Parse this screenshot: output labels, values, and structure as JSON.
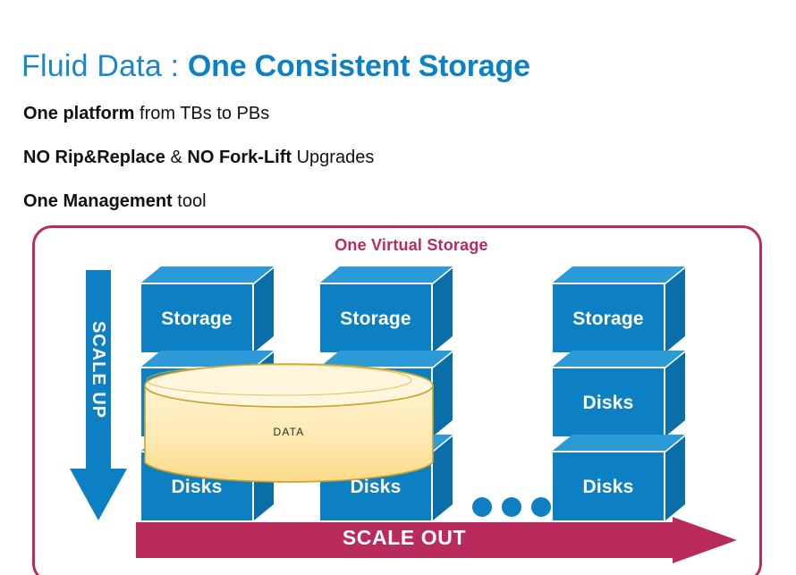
{
  "slide": {
    "title": {
      "light_part": "Fluid Data : ",
      "bold_part": "One Consistent Storage"
    },
    "bullets": [
      {
        "strong": "One platform",
        "normal": " from TBs to PBs"
      },
      {
        "strong": "NO Rip&Replace",
        "normal": " & ",
        "strong2": "NO Fork-Lift",
        "normal2": " Upgrades"
      },
      {
        "strong": "One Management",
        "normal": " tool"
      }
    ],
    "panel": {
      "heading": "One Virtual Storage",
      "border_color": "#b92a5d"
    },
    "scale_up": {
      "label": "SCALE UP",
      "color": "#0d80c3"
    },
    "scale_out": {
      "label": "SCALE OUT",
      "color": "#b92a5d"
    },
    "cylinder": {
      "label": "DATA",
      "fill_color": "#fde8ae",
      "stroke_color": "#c9a227"
    },
    "columns": [
      {
        "name": "column-left",
        "boxes": [
          {
            "label": "Storage"
          },
          {
            "label": ""
          },
          {
            "label": "Disks"
          }
        ]
      },
      {
        "name": "column-middle",
        "boxes": [
          {
            "label": "Storage"
          },
          {
            "label": ""
          },
          {
            "label": "Disks"
          }
        ]
      },
      {
        "name": "column-right",
        "boxes": [
          {
            "label": "Storage"
          },
          {
            "label": "Disks"
          },
          {
            "label": "Disks"
          }
        ]
      }
    ],
    "ellipsis_dots": 3,
    "colors": {
      "box_front": "#0d80c3",
      "box_top": "#2b9ad7",
      "box_side": "#0a6fa8",
      "title_blue": "#0b81c6",
      "accent_crimson": "#b92a5d"
    }
  }
}
